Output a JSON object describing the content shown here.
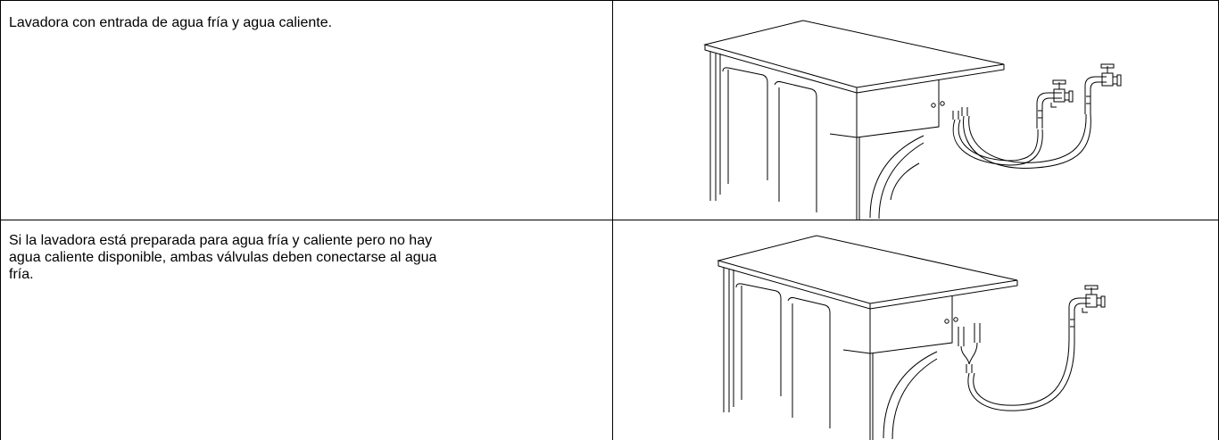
{
  "rows": [
    {
      "text": "Lavadora con entrada de agua fría y agua caliente.",
      "illustration": "washing-machine-two-valves-illustration"
    },
    {
      "text_lines": [
        "Si la lavadora está preparada para agua fría y caliente pero no hay",
        "agua caliente disponible, ambas válvulas deben conectarse al agua",
        "fría."
      ],
      "illustration": "washing-machine-y-connector-illustration"
    }
  ]
}
